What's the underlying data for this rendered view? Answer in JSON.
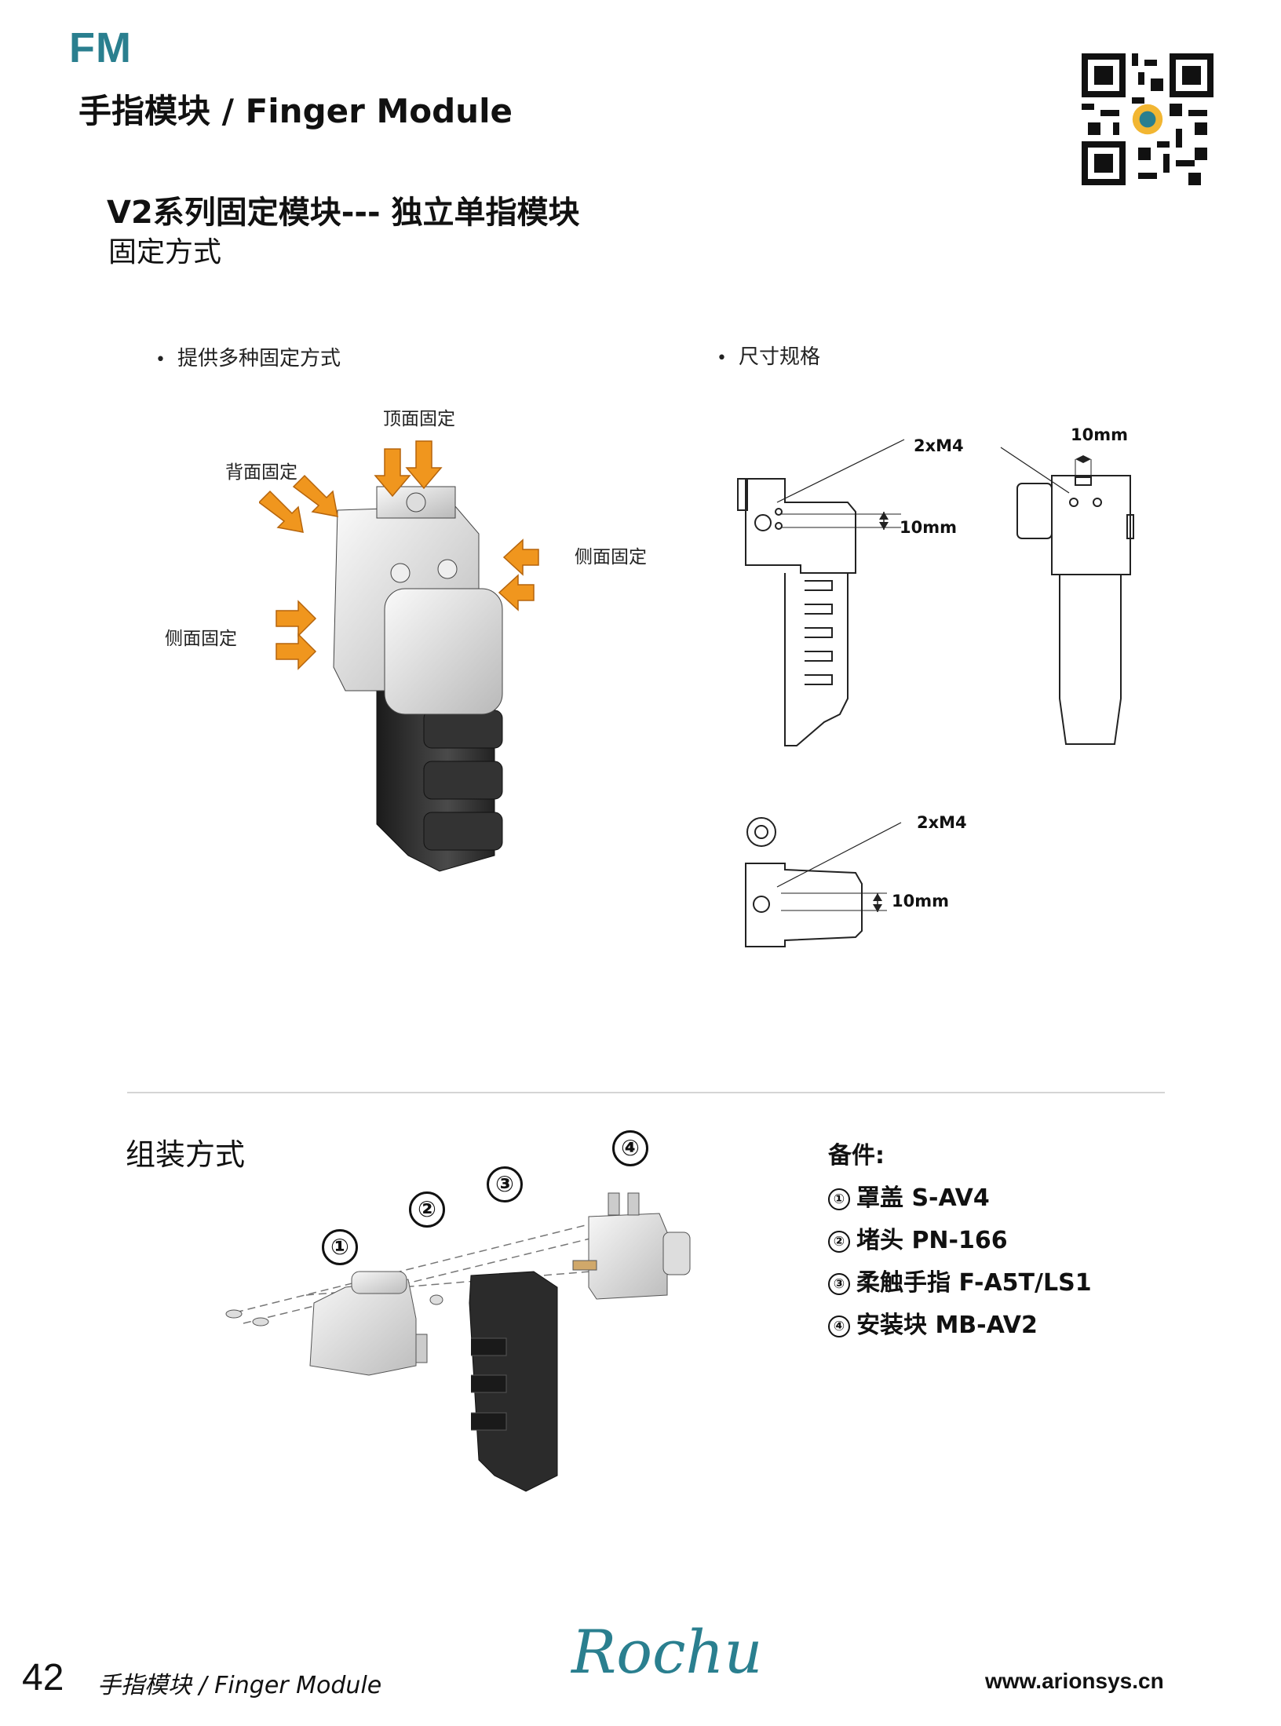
{
  "header": {
    "code": "FM",
    "subtitle": "手指模块 / Finger Module"
  },
  "section": {
    "title": "V2系列固定模块--- 独立单指模块",
    "subtitle": "固定方式"
  },
  "mounting": {
    "bullet": "提供多种固定方式",
    "labels": {
      "top": "顶面固定",
      "back": "背面固定",
      "side_right": "侧面固定",
      "side_left": "侧面固定"
    }
  },
  "dimensions": {
    "bullet": "尺寸规格",
    "side_view": {
      "screw": "2xM4",
      "offset": "10mm"
    },
    "front_view": {
      "width": "10mm"
    },
    "top_view": {
      "screw": "2xM4",
      "offset": "10mm"
    }
  },
  "assembly": {
    "title": "组装方式",
    "numbers": [
      "①",
      "②",
      "③",
      "④"
    ],
    "parts_title": "备件:",
    "parts": [
      {
        "num": "①",
        "text": "罩盖 S-AV4"
      },
      {
        "num": "②",
        "text": "堵头 PN-166"
      },
      {
        "num": "③",
        "text": "柔触手指 F-A5T/LS1"
      },
      {
        "num": "④",
        "text": "安装块 MB-AV2"
      }
    ]
  },
  "footer": {
    "page_number": "42",
    "title": "手指模块 / Finger Module",
    "logo": "Rochu",
    "url": "www.arionsys.cn"
  },
  "colors": {
    "brand": "#2a7f8f",
    "arrow": "#f0961e",
    "finger": "#2b2b2b"
  }
}
